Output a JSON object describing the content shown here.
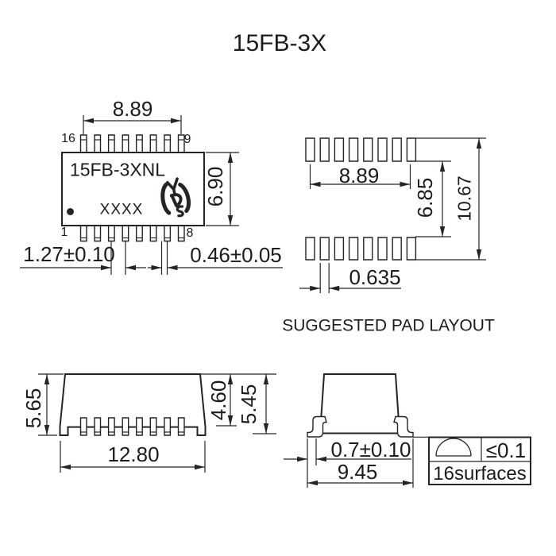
{
  "title": "15FB-3X",
  "top_view": {
    "part_number": "15FB-3XNL",
    "marking": "XXXX",
    "pin_top_left": "16",
    "pin_top_right": "9",
    "pin_bottom_left": "1",
    "pin_bottom_right": "8",
    "dim_width": "8.89",
    "dim_height": "6.90",
    "dim_pitch": "1.27±0.10",
    "dim_lead_width": "0.46±0.05"
  },
  "pad_layout": {
    "caption": "SUGGESTED PAD LAYOUT",
    "dim_span": "8.89",
    "dim_gap": "6.85",
    "dim_outer": "10.67",
    "dim_pad_width": "0.635"
  },
  "side_view": {
    "dim_overall_height": "5.65",
    "dim_body_height": "4.60",
    "dim_height_with_lead": "5.45",
    "dim_length": "12.80"
  },
  "end_view": {
    "dim_foot": "0.7±0.10",
    "dim_span": "9.45"
  },
  "coplanarity_table": {
    "limit": "≤0.1",
    "surfaces": "16surfaces"
  },
  "colors": {
    "line": "#272323",
    "text": "#1d1b1b",
    "background": "#ffffff"
  }
}
